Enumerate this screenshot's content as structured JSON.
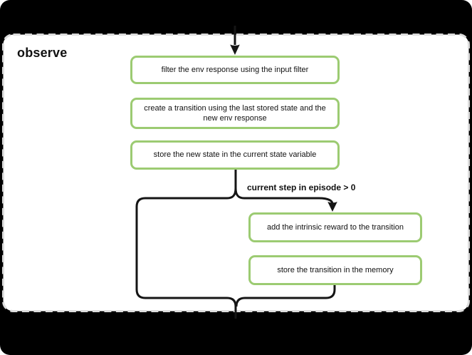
{
  "diagram": {
    "title": "observe",
    "condition_label": "current step in episode > 0",
    "nodes": {
      "filter": "filter the env response using the input filter",
      "create_transition": "create a transition using the last stored state and the new env response",
      "store_state": "store the new state in the current state variable",
      "add_reward": "add the intrinsic reward to the transition",
      "store_transition": "store the transition in the memory"
    },
    "colors": {
      "background": "#000000",
      "panel_fill": "#ffffff",
      "panel_dashed_border": "#dcdcdc",
      "node_border": "#9ccb72",
      "connector_line": "#151515",
      "text": "#111111"
    }
  }
}
